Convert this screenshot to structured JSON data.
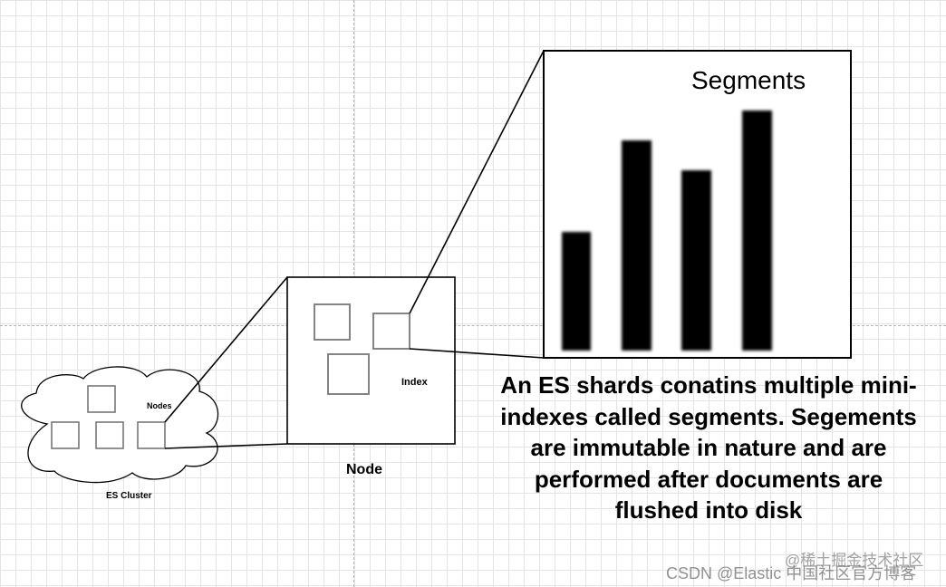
{
  "diagram": {
    "cloud_label": "ES Cluster",
    "nodes_label": "Nodes",
    "node_label": "Node",
    "index_label": "Index",
    "segments_title": "Segments",
    "caption": "An ES shards conatins multiple mini-indexes called segments. Segements are immutable in nature and are performed after documents are flushed into disk"
  },
  "watermarks": {
    "top": "@稀土掘金技术社区",
    "bottom": "CSDN @Elastic 中国社区官方博客"
  },
  "colors": {
    "stroke": "#000000",
    "shard_stroke": "#7a7a7a",
    "bar_fill": "#000000",
    "background": "#ffffff",
    "grid": "#e4e4e4"
  }
}
